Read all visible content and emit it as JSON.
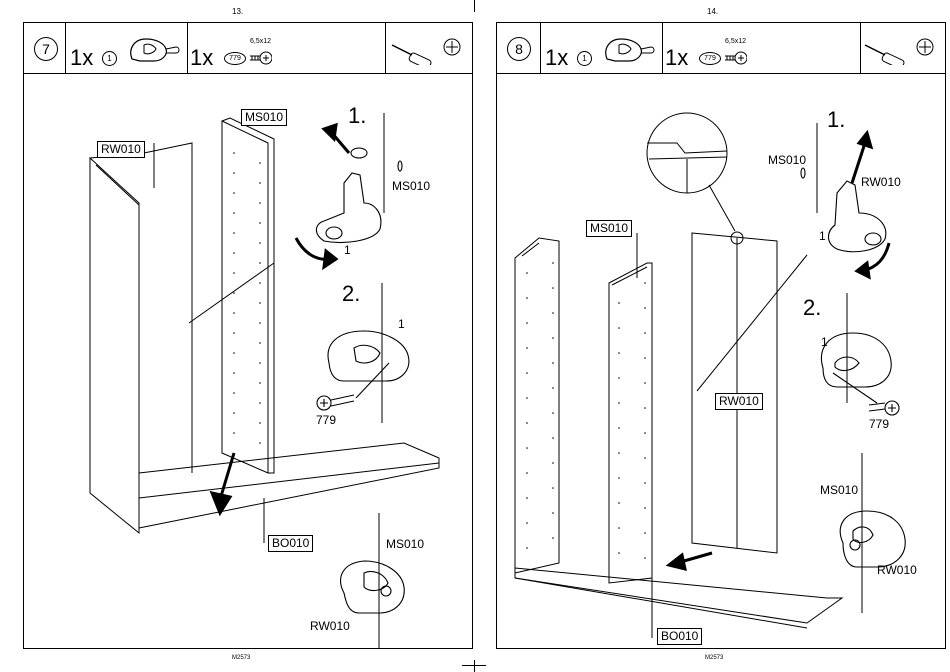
{
  "pages": [
    {
      "page_number": "13.",
      "step": "7",
      "parts": [
        {
          "qty": "1x",
          "ref": "1"
        },
        {
          "qty": "1x",
          "ref": "779",
          "size": "6,5x12"
        }
      ],
      "sub_steps": [
        "1.",
        "2."
      ],
      "labels": {
        "rw010_a": "RW010",
        "ms010_a": "MS010",
        "bo010": "BO010",
        "ms010_b": "MS010",
        "ms010_c": "MS010",
        "rw010_b": "RW010",
        "part1_a": "1",
        "part1_b": "1",
        "screw": "779"
      },
      "code": "M2573"
    },
    {
      "page_number": "14.",
      "step": "8",
      "parts": [
        {
          "qty": "1x",
          "ref": "1"
        },
        {
          "qty": "1x",
          "ref": "779",
          "size": "6,5x12"
        }
      ],
      "sub_steps": [
        "1.",
        "2."
      ],
      "labels": {
        "ms010_a": "MS010",
        "rw010_a": "RW010",
        "bo010": "BO010",
        "ms010_b": "MS010",
        "rw010_b": "RW010",
        "ms010_c": "MS010",
        "rw010_c": "RW010",
        "part1_a": "1",
        "part1_b": "1",
        "screw": "779"
      },
      "code": "M2573"
    }
  ]
}
